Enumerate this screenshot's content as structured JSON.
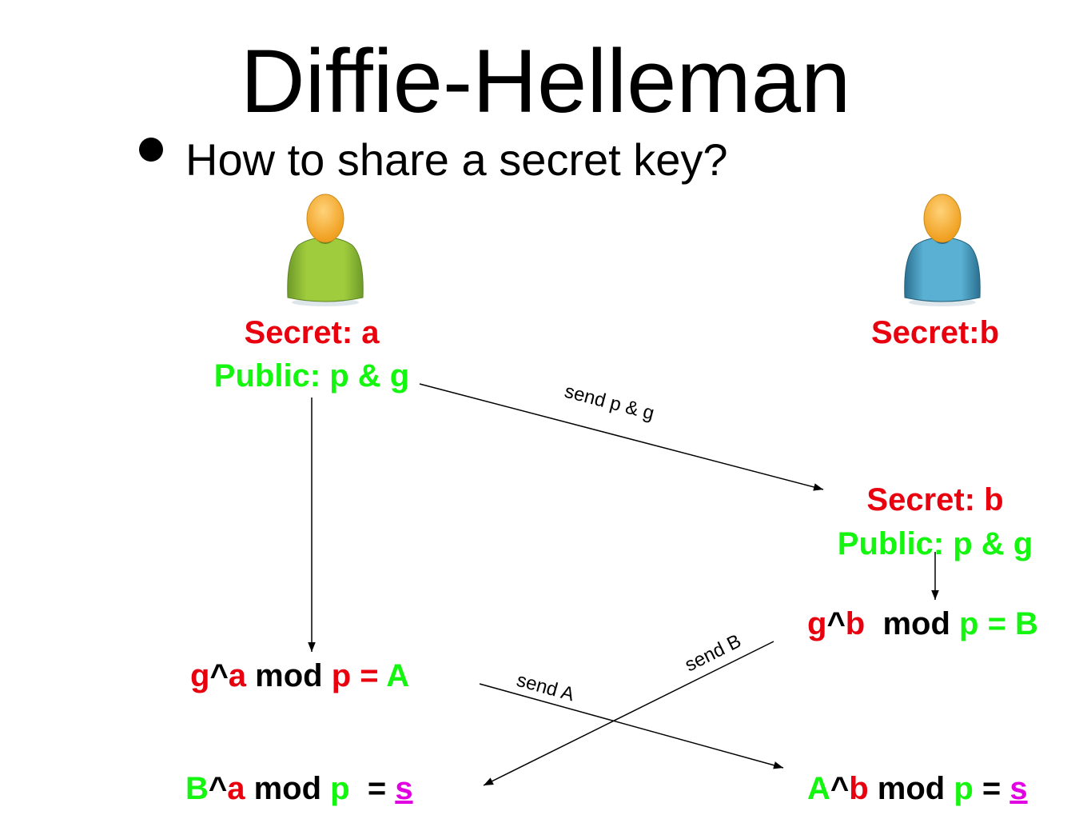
{
  "title": "Diffie-Helleman",
  "bullet": "How to share a secret key?",
  "icons": {
    "person_left": "person-green-icon",
    "person_right": "person-blue-icon"
  },
  "colors": {
    "secret": "#e8000e",
    "public": "#14f50f",
    "shared": "#e100e1",
    "text": "#000000"
  },
  "alice": {
    "secret_label": "Secret: a",
    "public_label": "Public: p & g",
    "compute": {
      "g": "g",
      "caret": "^",
      "a": "a",
      "mod": " mod ",
      "p": "p",
      "eq": " = ",
      "A": "A"
    },
    "shared": {
      "B": "B",
      "caret": "^",
      "a": "a",
      "mod": " mod ",
      "p": "p",
      "eq": "  = ",
      "s": "s"
    }
  },
  "bob": {
    "top_secret_label": "Secret:b",
    "secret_label": "Secret: b",
    "public_label": "Public: p & g",
    "compute": {
      "g": "g",
      "caret": "^",
      "b": "b",
      "mod": "  mod ",
      "p": "p",
      "eq": " = ",
      "B": "B"
    },
    "shared": {
      "A": "A",
      "caret": "^",
      "b": "b",
      "mod": " mod ",
      "p": "p",
      "eq": " = ",
      "s": "s"
    }
  },
  "arrows": {
    "send_pg": "send p & g",
    "send_A": "send A",
    "send_B": "send B"
  }
}
